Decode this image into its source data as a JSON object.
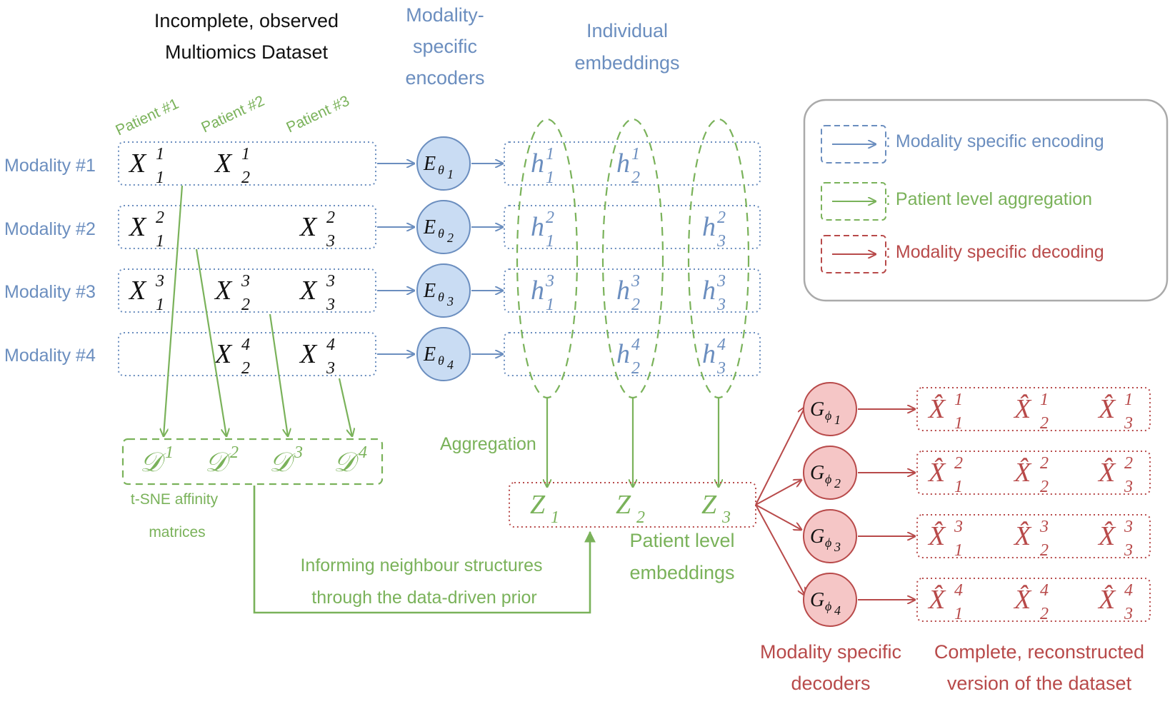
{
  "titles": {
    "dataset": [
      "Incomplete, observed",
      "Multiomics Dataset"
    ],
    "encoders": [
      "Modality-",
      "specific",
      "encoders"
    ],
    "embeddings": [
      "Individual",
      "embeddings"
    ],
    "patient_embeddings": [
      "Patient level",
      "embeddings"
    ],
    "decoders": [
      "Modality specific",
      "decoders"
    ],
    "reconstructed": [
      "Complete, reconstructed",
      "version of the dataset"
    ]
  },
  "patients": [
    "Patient #1",
    "Patient #2",
    "Patient #3"
  ],
  "modalities": [
    "Modality #1",
    "Modality #2",
    "Modality #3",
    "Modality #4"
  ],
  "observed": [
    [
      [
        "X",
        "1",
        "1"
      ],
      [
        "X",
        "1",
        "2"
      ],
      null
    ],
    [
      [
        "X",
        "2",
        "1"
      ],
      null,
      [
        "X",
        "2",
        "3"
      ]
    ],
    [
      [
        "X",
        "3",
        "1"
      ],
      [
        "X",
        "3",
        "2"
      ],
      [
        "X",
        "3",
        "3"
      ]
    ],
    [
      null,
      [
        "X",
        "4",
        "2"
      ],
      [
        "X",
        "4",
        "3"
      ]
    ]
  ],
  "encoders": [
    {
      "main": "E",
      "sub": "θ",
      "subsub": "1"
    },
    {
      "main": "E",
      "sub": "θ",
      "subsub": "2"
    },
    {
      "main": "E",
      "sub": "θ",
      "subsub": "3"
    },
    {
      "main": "E",
      "sub": "θ",
      "subsub": "4"
    }
  ],
  "embeddings": [
    [
      [
        "h",
        "1",
        "1"
      ],
      [
        "h",
        "1",
        "2"
      ],
      null
    ],
    [
      [
        "h",
        "2",
        "1"
      ],
      null,
      [
        "h",
        "2",
        "3"
      ]
    ],
    [
      [
        "h",
        "3",
        "1"
      ],
      [
        "h",
        "3",
        "2"
      ],
      [
        "h",
        "3",
        "3"
      ]
    ],
    [
      null,
      [
        "h",
        "4",
        "2"
      ],
      [
        "h",
        "4",
        "3"
      ]
    ]
  ],
  "affinity": {
    "symbol": "𝒟",
    "items": [
      "1",
      "2",
      "3",
      "4"
    ],
    "label": [
      "t-SNE affinity",
      "matrices"
    ]
  },
  "aggregation_label": "Aggregation",
  "prior_label": [
    "Informing neighbour structures",
    "through the data-driven prior"
  ],
  "latents": [
    [
      "Z",
      "1"
    ],
    [
      "Z",
      "2"
    ],
    [
      "Z",
      "3"
    ]
  ],
  "decoders": [
    {
      "main": "G",
      "sub": "ϕ",
      "subsub": "1"
    },
    {
      "main": "G",
      "sub": "ϕ",
      "subsub": "2"
    },
    {
      "main": "G",
      "sub": "ϕ",
      "subsub": "3"
    },
    {
      "main": "G",
      "sub": "ϕ",
      "subsub": "4"
    }
  ],
  "reconstructions": [
    [
      [
        "X̂",
        "1",
        "1"
      ],
      [
        "X̂",
        "1",
        "2"
      ],
      [
        "X̂",
        "1",
        "3"
      ]
    ],
    [
      [
        "X̂",
        "2",
        "1"
      ],
      [
        "X̂",
        "2",
        "2"
      ],
      [
        "X̂",
        "2",
        "3"
      ]
    ],
    [
      [
        "X̂",
        "3",
        "1"
      ],
      [
        "X̂",
        "3",
        "2"
      ],
      [
        "X̂",
        "3",
        "3"
      ]
    ],
    [
      [
        "X̂",
        "4",
        "1"
      ],
      [
        "X̂",
        "4",
        "2"
      ],
      [
        "X̂",
        "4",
        "3"
      ]
    ]
  ],
  "legend": [
    {
      "text": ": Modality specific encoding",
      "color": "#6b8ebf"
    },
    {
      "text": ": Patient level aggregation",
      "color": "#7ab25a"
    },
    {
      "text": ": Modality specific decoding",
      "color": "#b84a4a"
    }
  ],
  "colors": {
    "blue": "#6b8ebf",
    "green": "#7ab25a",
    "red": "#b84a4a",
    "encoder_fill": "#c9dcf3",
    "decoder_fill": "#f5c6c6",
    "legend_border": "#aaaaaa"
  }
}
